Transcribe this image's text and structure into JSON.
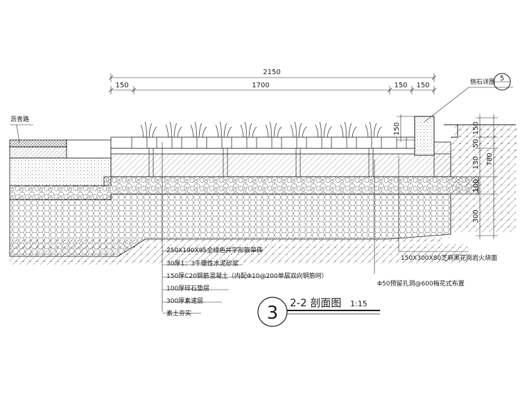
{
  "drawing": {
    "section_title": "2-2 剖面图",
    "scale": "1:15",
    "section_number": "3",
    "detail_ref_number": "5"
  },
  "dimensions": {
    "top_total": "2150",
    "top_segments": [
      "150",
      "1700",
      "150",
      "150"
    ],
    "curb_height": "150",
    "right_stack": [
      "150",
      "50",
      "130",
      "780",
      "100",
      "300"
    ]
  },
  "labels": {
    "asphalt_road": "沥青路",
    "curb_detail": "侧石详图",
    "curb_stone": "150X300X80芝麻黑花岗岩火烧面",
    "drain_holes": "Φ50预留孔洞@600梅花式布置"
  },
  "layers": [
    "250X190X95全绿色井字形嵌草砖",
    "30厚1：3干硬性水泥砂浆",
    "150厚C20钢筋混凝土（内配Φ10@200单层双向钢筋网）",
    "100厚碎石垫层",
    "300厚素速层",
    "素土夯实"
  ]
}
